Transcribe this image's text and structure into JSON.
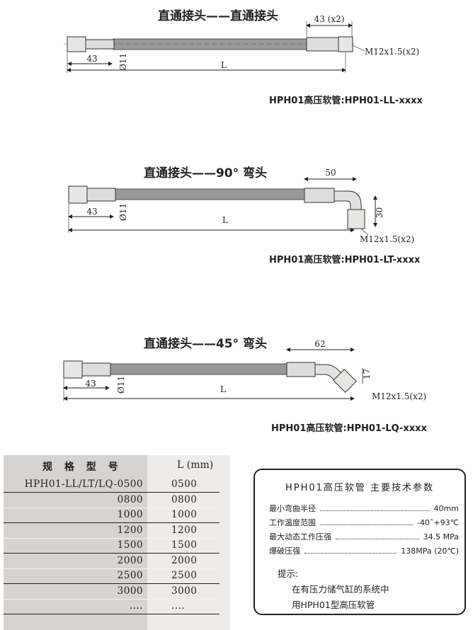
{
  "diagrams": [
    {
      "title": "直通接头——直通接头",
      "dim_fitting": "43 (x2)",
      "dim_left": "43",
      "dim_dia": "Ø11",
      "dim_length": "L",
      "thread": "M12x1.5(x2)",
      "model": "HPH01高压软管:HPH01-LL-xxxx"
    },
    {
      "title": "直通接头——90° 弯头",
      "dim_fitting": "50",
      "dim_drop": "30",
      "dim_left": "43",
      "dim_dia": "Ø11",
      "dim_length": "L",
      "thread": "M12x1.5(x2)",
      "model": "HPH01高压软管:HPH01-LT-xxxx"
    },
    {
      "title": "直通接头——45° 弯头",
      "dim_fitting": "62",
      "dim_drop": "17",
      "dim_left": "43",
      "dim_dia": "Ø11",
      "dim_length": "L",
      "thread": "M12x1.5(x2)",
      "model": "HPH01高压软管:HPH01-LQ-xxxx"
    }
  ],
  "table": {
    "headers": [
      "规 格 型 号",
      "L (mm)"
    ],
    "rows": [
      [
        "HPH01-LL/LT/LQ-0500",
        "0500"
      ],
      [
        "0800",
        "0800"
      ],
      [
        "1000",
        "1000"
      ],
      [
        "1200",
        "1200"
      ],
      [
        "1500",
        "1500"
      ],
      [
        "2000",
        "2000"
      ],
      [
        "2500",
        "2500"
      ],
      [
        "3000",
        "3000"
      ],
      [
        "....",
        "...."
      ]
    ]
  },
  "specs": {
    "title": "HPH01高压软管 主要技术参数",
    "items": [
      {
        "name": "最小弯曲半径",
        "value": "40mm"
      },
      {
        "name": "工作温度范围",
        "value": "-40˜+93℃"
      },
      {
        "name": "最大动态工作压强",
        "value": "34.5 MPa"
      },
      {
        "name": "爆破压强",
        "value": "138MPa (20℃)"
      }
    ],
    "tip_label": "提示:",
    "tip_lines": [
      "在有压力储气缸的系统中",
      "用HPH01型高压软管"
    ]
  }
}
